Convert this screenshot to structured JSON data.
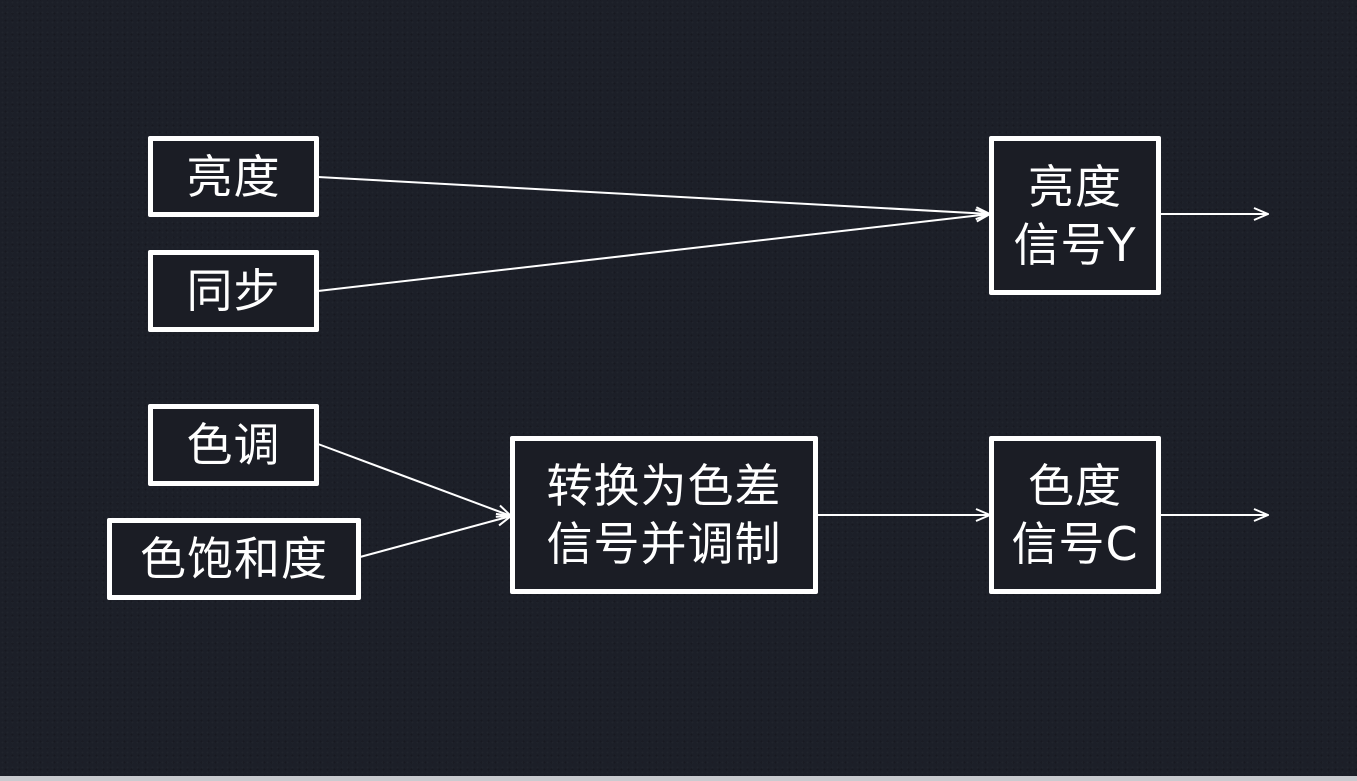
{
  "diagram": {
    "inputs": {
      "brightness": "亮度",
      "sync": "同步",
      "hue": "色调",
      "saturation": "色饱和度"
    },
    "converter": "转换为色差\n信号并调制",
    "outputs": {
      "luma": "亮度\n信号Y",
      "chroma": "色度\n信号C"
    }
  },
  "colors": {
    "background": "#1c1f28",
    "stroke": "#ffffff"
  }
}
